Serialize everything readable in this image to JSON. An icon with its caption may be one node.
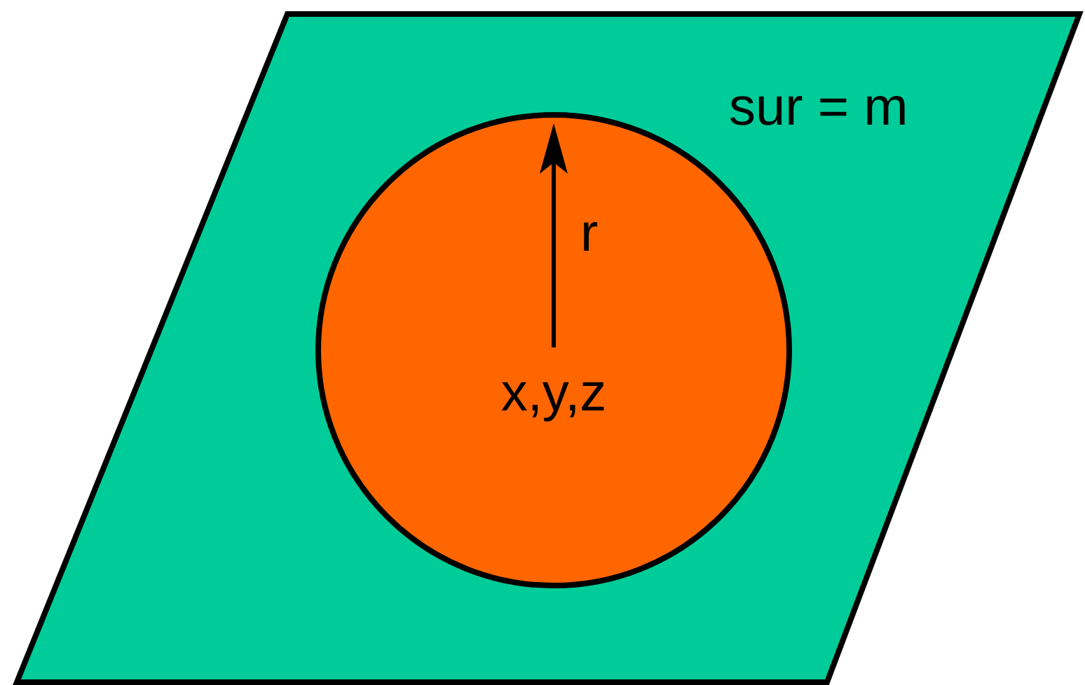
{
  "diagram": {
    "nodes": [
      {
        "text": [
          "sur = m"
        ]
      },
      {
        "text": [
          "x,y,z"
        ],
        "in": 0
      }
    ],
    "labels": [
      "r"
    ]
  }
}
